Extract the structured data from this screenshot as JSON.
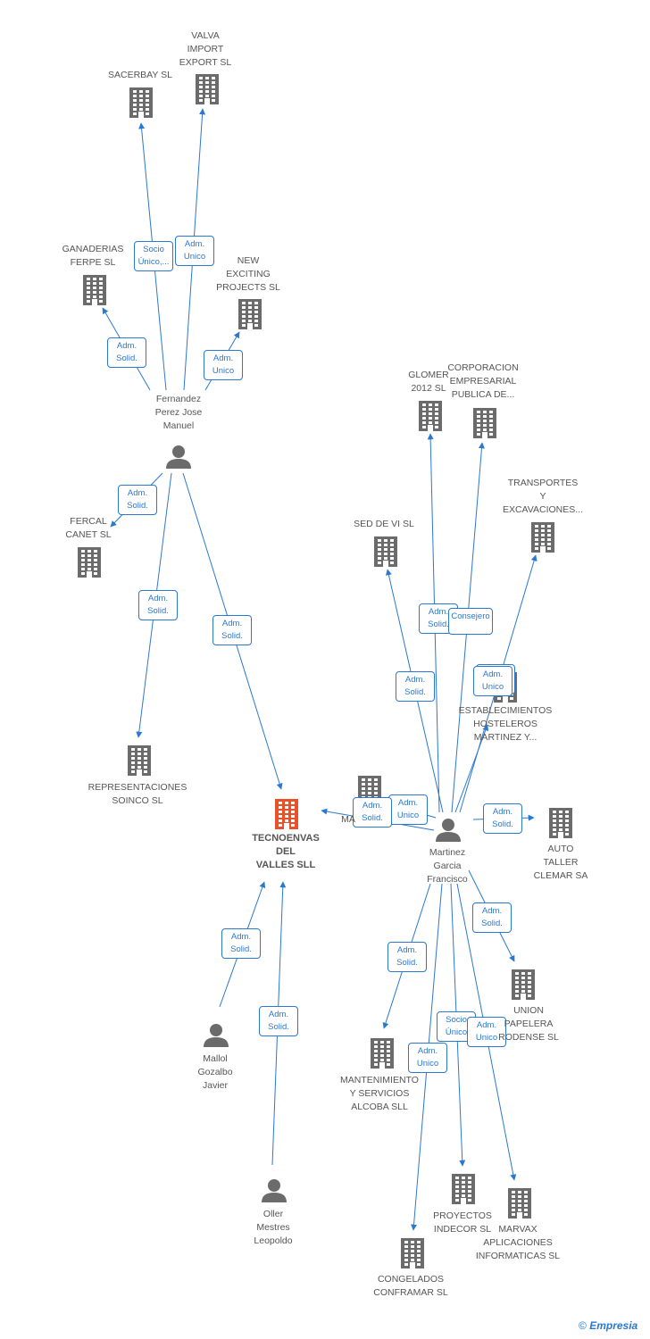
{
  "colors": {
    "edge": "#2b78d0",
    "company": "#6b6b6b",
    "main_company": "#e8522a",
    "person": "#6b6b6b"
  },
  "nodes": [
    {
      "id": "sacerbay",
      "kind": "company",
      "label": "SACERBAY  SL"
    },
    {
      "id": "valva",
      "kind": "company",
      "label": "VALVA\nIMPORT\nEXPORT  SL"
    },
    {
      "id": "ganaderias",
      "kind": "company",
      "label": "GANADERIAS\nFERPE  SL"
    },
    {
      "id": "newexciting",
      "kind": "company",
      "label": "NEW\nEXCITING\nPROJECTS  SL"
    },
    {
      "id": "fernandez",
      "kind": "person",
      "label": "Fernandez\nPerez Jose\nManuel"
    },
    {
      "id": "fercal",
      "kind": "company",
      "label": "FERCAL\nCANET  SL"
    },
    {
      "id": "representaciones",
      "kind": "company",
      "label": "REPRESENTACIONES\nSOINCO SL"
    },
    {
      "id": "tecnoenvas",
      "kind": "main",
      "label": "TECNOENVAS\nDEL\nVALLES SLL"
    },
    {
      "id": "ma",
      "kind": "company",
      "label": "MA"
    },
    {
      "id": "glomer",
      "kind": "company",
      "label": "GLOMER\n2012 SL"
    },
    {
      "id": "corporacion",
      "kind": "company",
      "label": "CORPORACION\nEMPRESARIAL\nPUBLICA DE..."
    },
    {
      "id": "transportes",
      "kind": "company",
      "label": "TRANSPORTES\nY\nEXCAVACIONES..."
    },
    {
      "id": "seddevi",
      "kind": "company",
      "label": "SED DE VI SL"
    },
    {
      "id": "establecimientos",
      "kind": "company",
      "label": "ESTABLECIMIENTOS\nHOSTELEROS\nMARTINEZ Y..."
    },
    {
      "id": "martinez",
      "kind": "person",
      "label": "Martinez\nGarcia\nFrancisco"
    },
    {
      "id": "autotaller",
      "kind": "company",
      "label": "AUTO\nTALLER\nCLEMAR SA"
    },
    {
      "id": "union",
      "kind": "company",
      "label": "UNION\nPAPELERA\nRODENSE SL"
    },
    {
      "id": "mantenimiento",
      "kind": "company",
      "label": "MANTENIMIENTO\nY SERVICIOS\nALCOBA  SLL"
    },
    {
      "id": "mallol",
      "kind": "person",
      "label": "Mallol\nGozalbo\nJavier"
    },
    {
      "id": "oller",
      "kind": "person",
      "label": "Oller\nMestres\nLeopoldo"
    },
    {
      "id": "proyectos",
      "kind": "company",
      "label": "PROYECTOS\nINDECOR  SL"
    },
    {
      "id": "marvax",
      "kind": "company",
      "label": "MARVAX\nAPLICACIONES\nINFORMATICAS SL"
    },
    {
      "id": "congelados",
      "kind": "company",
      "label": "CONGELADOS\nCONFRAMAR SL"
    }
  ],
  "edges": [
    {
      "from": "fernandez",
      "to": "sacerbay",
      "label": "Socio\nÚnico,..."
    },
    {
      "from": "fernandez",
      "to": "valva",
      "label": "Adm.\nUnico"
    },
    {
      "from": "fernandez",
      "to": "ganaderias",
      "label": "Adm.\nSolid."
    },
    {
      "from": "fernandez",
      "to": "newexciting",
      "label": "Adm.\nUnico"
    },
    {
      "from": "fernandez",
      "to": "fercal",
      "label": "Adm.\nSolid."
    },
    {
      "from": "fernandez",
      "to": "representaciones",
      "label": "Adm.\nSolid."
    },
    {
      "from": "fernandez",
      "to": "tecnoenvas",
      "label": "Adm.\nSolid."
    },
    {
      "from": "martinez",
      "to": "glomer",
      "label": "Adm.\nSolid."
    },
    {
      "from": "martinez",
      "to": "corporacion",
      "label": "Consejero"
    },
    {
      "from": "martinez",
      "to": "seddevi",
      "label": "Adm.\nSolid."
    },
    {
      "from": "martinez",
      "to": "transportes",
      "label": "Adm.\nUnico"
    },
    {
      "from": "martinez",
      "to": "establecimientos",
      "label": "Adm.\nUnico"
    },
    {
      "from": "martinez",
      "to": "ma",
      "label": "Adm.\nUnico"
    },
    {
      "from": "martinez",
      "to": "tecnoenvas",
      "label": "Adm.\nSolid."
    },
    {
      "from": "martinez",
      "to": "autotaller",
      "label": "Adm.\nSolid."
    },
    {
      "from": "martinez",
      "to": "union",
      "label": "Adm.\nSolid."
    },
    {
      "from": "martinez",
      "to": "mantenimiento",
      "label": "Adm.\nSolid."
    },
    {
      "from": "martinez",
      "to": "proyectos",
      "label": "Socio\nÚnico"
    },
    {
      "from": "martinez",
      "to": "marvax",
      "label": "Adm.\nUnico"
    },
    {
      "from": "martinez",
      "to": "congelados",
      "label": "Adm.\nUnico"
    },
    {
      "from": "mallol",
      "to": "tecnoenvas",
      "label": "Adm.\nSolid."
    },
    {
      "from": "oller",
      "to": "tecnoenvas",
      "label": "Adm.\nSolid."
    }
  ],
  "brand": {
    "copyright": "©",
    "name": "Empresia"
  }
}
